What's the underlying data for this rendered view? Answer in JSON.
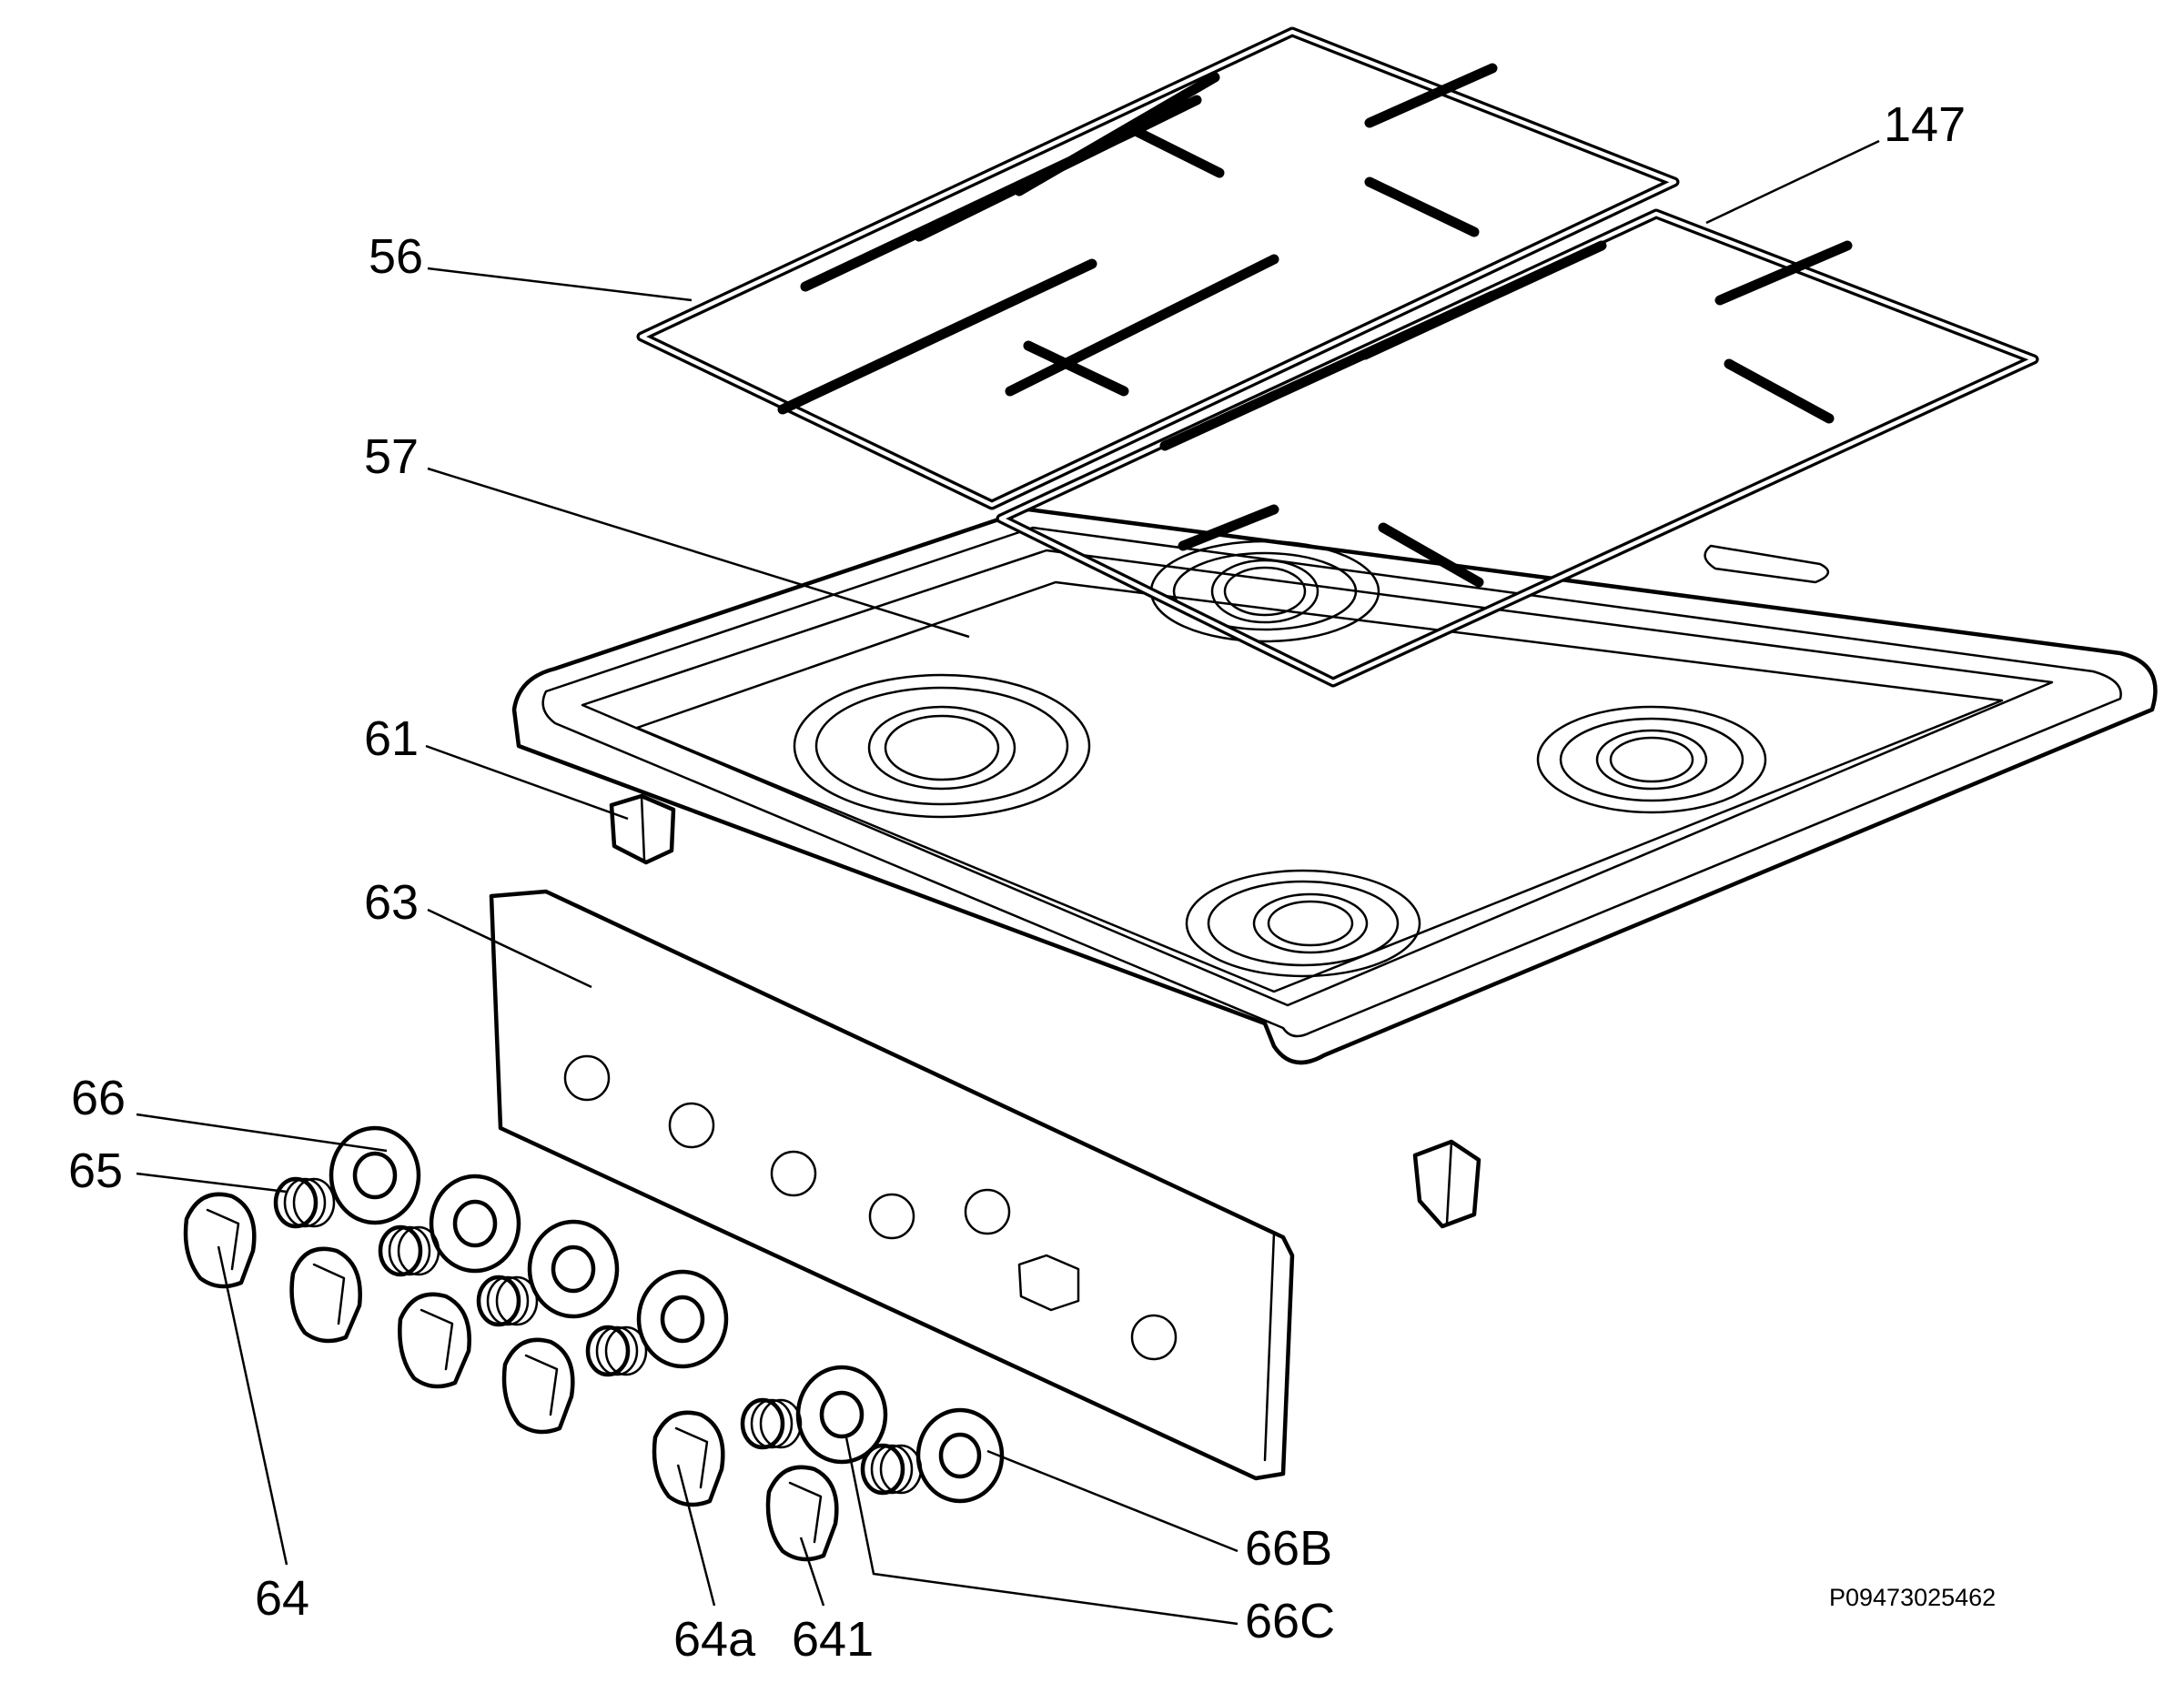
{
  "labels": {
    "l147": "147",
    "l56": "56",
    "l57": "57",
    "l61": "61",
    "l63": "63",
    "l66": "66",
    "l65": "65",
    "l64": "64",
    "l64a": "64a",
    "l641": "641",
    "l66b": "66B",
    "l66c": "66C"
  },
  "drawing_code": "P09473025462"
}
